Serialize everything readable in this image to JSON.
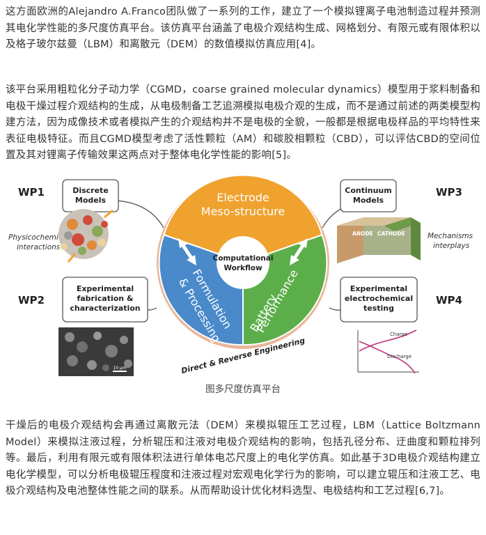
{
  "paragraphs": {
    "p1": "这方面欧洲的Alejandro A.Franco团队做了一系列的工作，建立了一个模拟锂离子电池制造过程并预测其电化学性能的多尺度仿真平台。该仿真平台涵盖了电极介观结构生成、网格划分、有限元或有限体积以及格子玻尔兹曼（LBM）和离散元（DEM）的数值模拟仿真应用[4]。",
    "p2": "该平台采用粗粒化分子动力学（CGMD，coarse grained molecular dynamics）模型用于浆料制备和电极干燥过程介观结构的生成，从电极制备工艺追溯模拟电极介观的生成，而不是通过前述的两类模型构建方法，因为成像技术或者模拟产生的介观结构并不是电极的全貌，一般都是根据电极样品的平均特性来表征电极特征。而且CGMD模型考虑了活性颗粒（AM）和碳胶相颗粒（CBD），可以评估CBD的空间位置及其对锂离子传输效果这两点对于整体电化学性能的影响[5]。",
    "p3": "干燥后的电极介观结构会再通过离散元法（DEM）来模拟辊压工艺过程，LBM（Lattice Boltzmann Model）来模拟注液过程，分析辊压和注液对电极介观结构的影响，包括孔径分布、迂曲度和颗粒排列等。最后，利用有限元或有限体积法进行单体电芯尺度上的电化学仿真。如此基于3D电极介观结构建立电化学模型，可以分析电极辊压程度和注液过程对宏观电化学行为的影响，可以建立辊压和注液工艺、电极介观结构及电池整体性能之间的联系。从而帮助设计优化材料选型、电极结构和工艺过程[6,7]。"
  },
  "figure": {
    "wp1": "WP1",
    "wp2": "WP2",
    "wp3": "WP3",
    "wp4": "WP4",
    "box_tl": [
      "Discrete",
      "Models"
    ],
    "box_bl": [
      "Experimental",
      "fabrication &",
      "characterization"
    ],
    "box_tr": [
      "Continuum",
      "Models"
    ],
    "box_br": [
      "Experimental",
      "electrochemical",
      "testing"
    ],
    "left_italic": [
      "Physicochemical",
      "interactions"
    ],
    "right_italic": [
      "Mechanisms",
      "interplays"
    ],
    "top_segment": [
      "Electrode",
      "Meso-structure"
    ],
    "left_segment": [
      "Formulation",
      "& Processing"
    ],
    "right_segment": [
      "Battery",
      "Performance"
    ],
    "center": [
      "Computational",
      "Workflow"
    ],
    "ring_text": "Direct & Reverse Engineering",
    "anode": "ANODE",
    "cathode": "CATHODE",
    "charge": "Charge",
    "discharge": "Discharge",
    "sem_scale": "10 μm",
    "colors": {
      "orange": "#EFA22E",
      "blue": "#4A8ACB",
      "green": "#5CAE4A",
      "ring": "#E8B899"
    }
  },
  "caption": "图多尺度仿真平台"
}
